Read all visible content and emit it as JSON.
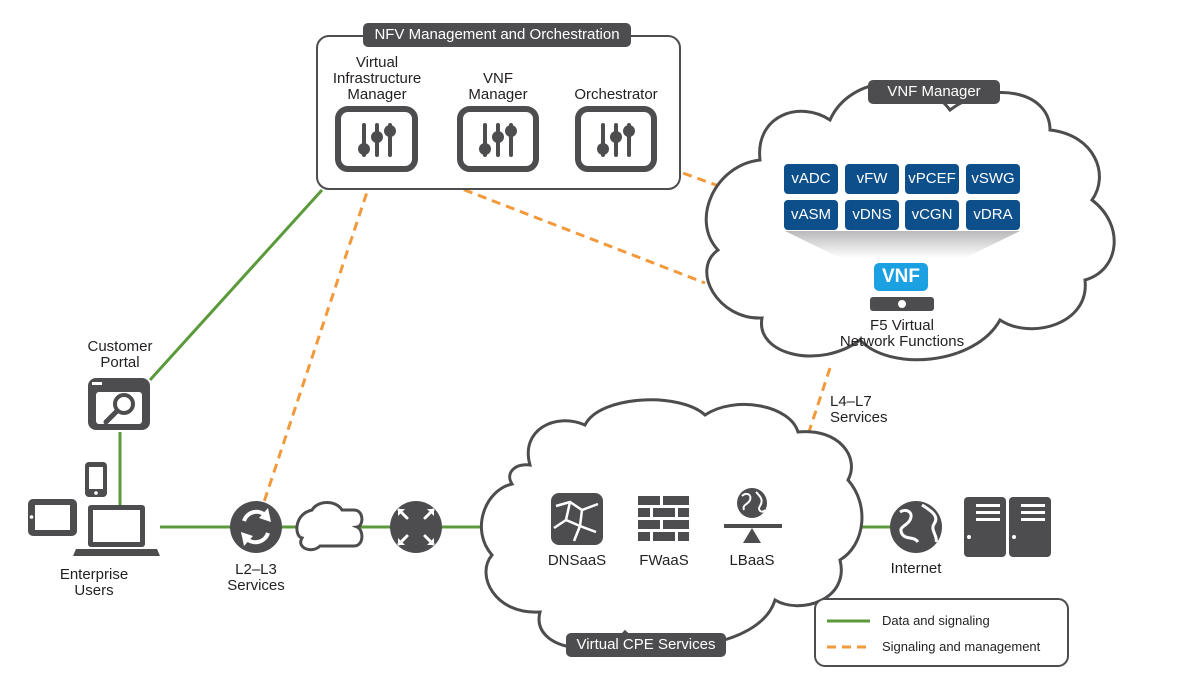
{
  "nfv_mano": {
    "title": "NFV Management and Orchestration",
    "vim_label": "Virtual\nInfrastructure\nManager",
    "vnfm_label": "VNF\nManager",
    "orchestrator_label": "Orchestrator"
  },
  "vnf_manager_cloud": {
    "title": "VNF Manager",
    "functions": [
      "vADC",
      "vFW",
      "vPCEF",
      "vSWG",
      "vASM",
      "vDNS",
      "vCGN",
      "vDRA"
    ],
    "vnf_badge": "VNF",
    "caption": "F5 Virtual\nNetwork Functions"
  },
  "customer_portal_label": "Customer\nPortal",
  "enterprise_users_label": "Enterprise\nUsers",
  "l2l3_label": "L2–L3\nServices",
  "l4l7_label": "L4–L7\nServices",
  "vcpe_cloud": {
    "title": "Virtual CPE Services",
    "services": [
      "DNSaaS",
      "FWaaS",
      "LBaaS"
    ]
  },
  "internet_label": "Internet",
  "legend": {
    "data_and_signaling": "Data and signaling",
    "signaling_and_management": "Signaling and management"
  },
  "colors": {
    "green": "#5b9a3a",
    "orange": "#f29a3b",
    "dark_gray": "#4d4d4f",
    "blue": "#0d4f8b",
    "light_blue": "#1ba1e2"
  }
}
